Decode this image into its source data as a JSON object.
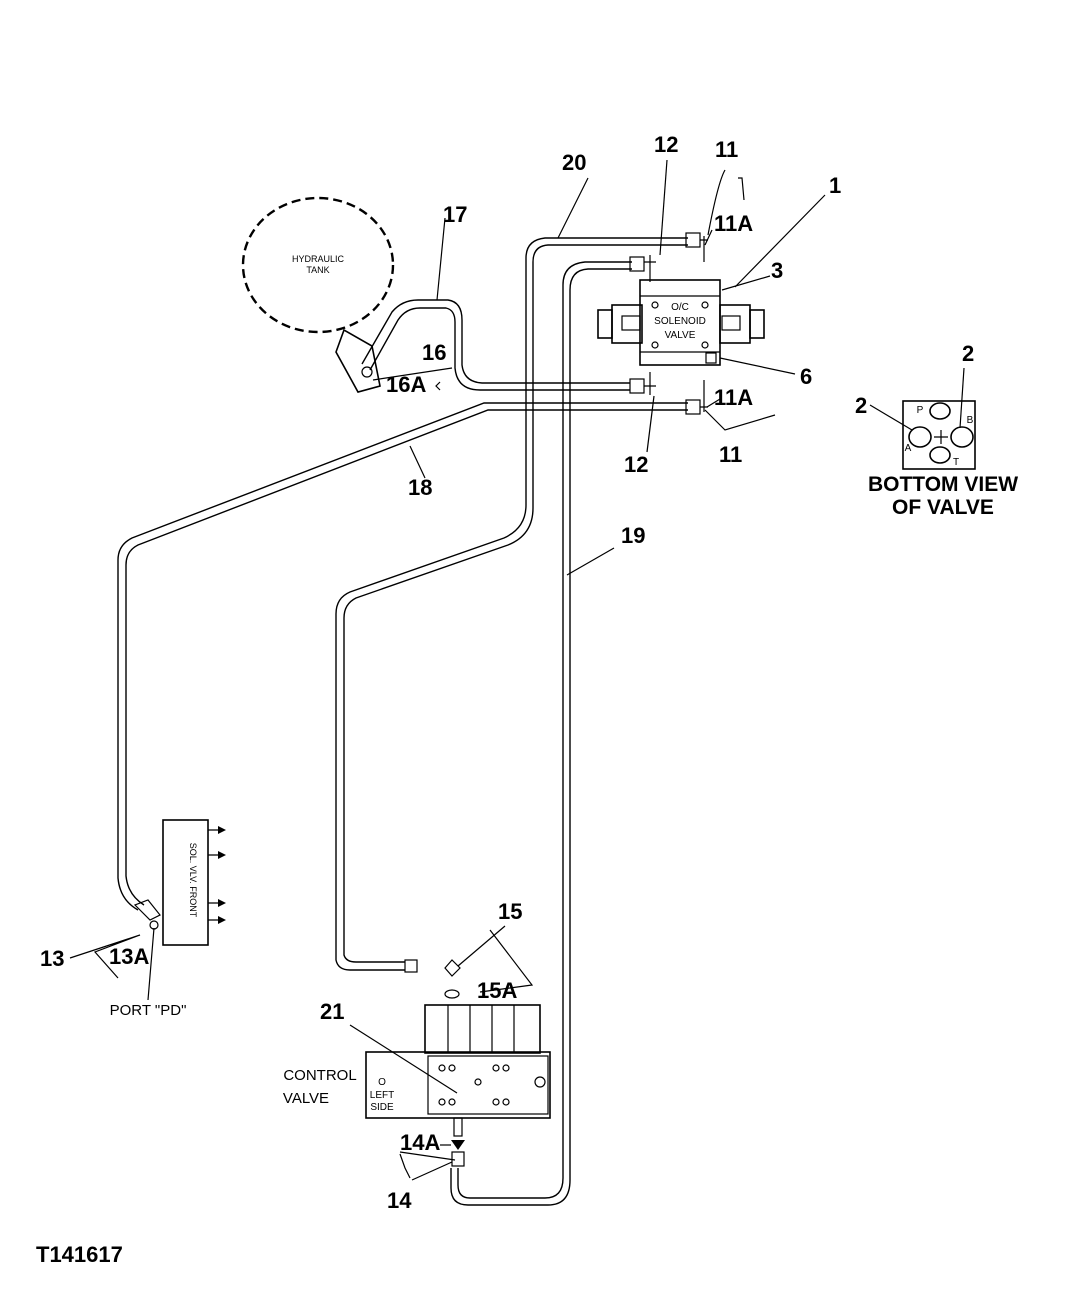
{
  "diagram": {
    "figure_id": "T141617",
    "tank_label": [
      "HYDRAULIC",
      "TANK"
    ],
    "solenoid_label": [
      "O/C",
      "SOLENOID",
      "VALVE"
    ],
    "sol_valve_label": "SOL. VLV. FRONT",
    "control_valve_label": [
      "CONTROL",
      "VALVE"
    ],
    "left_side_label": [
      "LEFT",
      "SIDE"
    ],
    "port_label": "PORT \"PD\"",
    "bottom_view_label": [
      "BOTTOM VIEW",
      "OF VALVE"
    ],
    "port_letters": {
      "p": "P",
      "a": "A",
      "b": "B",
      "t": "T"
    },
    "callouts": {
      "c1": "1",
      "c2a": "2",
      "c2b": "2",
      "c3": "3",
      "c6": "6",
      "c11_top": "11",
      "c11a_top": "11A",
      "c11a_bot": "11A",
      "c11_bot": "11",
      "c12_top": "12",
      "c12_bot": "12",
      "c13": "13",
      "c13a": "13A",
      "c14": "14",
      "c14a": "14A",
      "c15": "15",
      "c15a": "15A",
      "c16": "16",
      "c16a": "16A",
      "c17": "17",
      "c18": "18",
      "c19": "19",
      "c20": "20",
      "c21": "21"
    }
  }
}
